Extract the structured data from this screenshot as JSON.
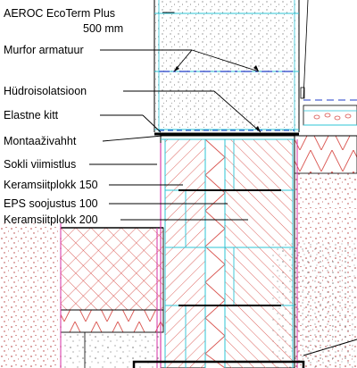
{
  "labels": {
    "aeroc": "AEROC EcoTerm Plus",
    "aeroc_size": "500 mm",
    "murfor": "Murfor armatuur",
    "hydro": "Hüdroisolatsioon",
    "kitt": "Elastne kitt",
    "montaaz": "Montaaživahht",
    "sokli": "Sokli viimistlus",
    "keram150": "Keramsiitplokk 150",
    "eps": "EPS soojustus 100",
    "keram200": "Keramsiitplokk 200"
  },
  "colors": {
    "hatch": "#d9544f",
    "cyan": "#2ec4d6",
    "magenta": "#d62fa6",
    "blue": "#1f3cc8",
    "dots": "#8a8a8a",
    "speckle": "#b33a3a"
  }
}
